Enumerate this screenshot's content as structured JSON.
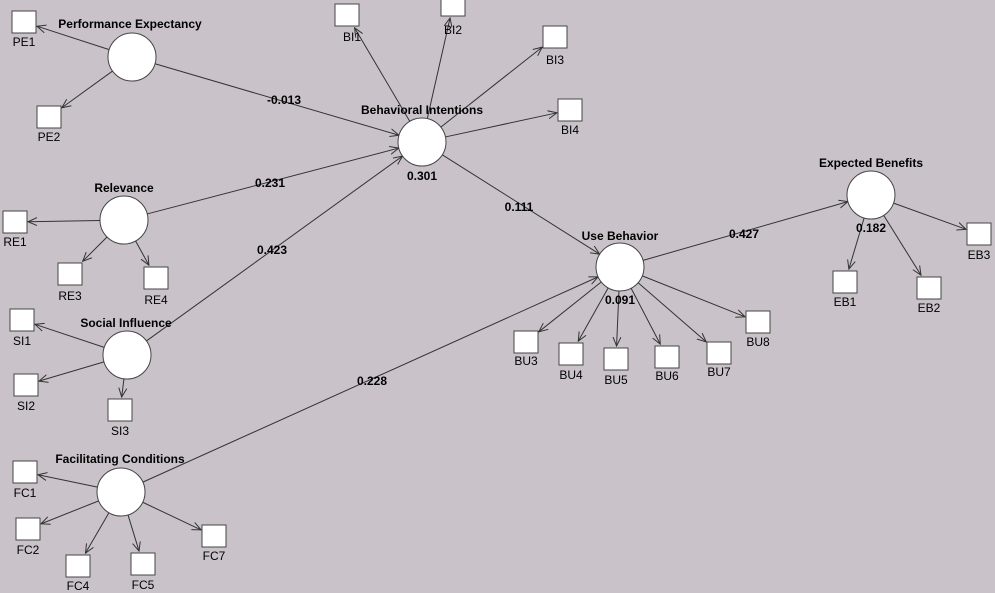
{
  "constructs": [
    {
      "id": "PE",
      "name": "Performance Expectancy",
      "r2": null
    },
    {
      "id": "BI",
      "name": "Behavioral Intentions",
      "r2": "0.301"
    },
    {
      "id": "REL",
      "name": "Relevance",
      "r2": null
    },
    {
      "id": "SI",
      "name": "Social Influence",
      "r2": null
    },
    {
      "id": "FC",
      "name": "Facilitating Conditions",
      "r2": null
    },
    {
      "id": "UB",
      "name": "Use Behavior",
      "r2": "0.091"
    },
    {
      "id": "EB",
      "name": "Expected Benefits",
      "r2": "0.182"
    }
  ],
  "indicators": [
    {
      "id": "PE1",
      "construct": "PE"
    },
    {
      "id": "PE2",
      "construct": "PE"
    },
    {
      "id": "BI1",
      "construct": "BI"
    },
    {
      "id": "BI2",
      "construct": "BI"
    },
    {
      "id": "BI3",
      "construct": "BI"
    },
    {
      "id": "BI4",
      "construct": "BI"
    },
    {
      "id": "RE1",
      "construct": "REL"
    },
    {
      "id": "RE3",
      "construct": "REL"
    },
    {
      "id": "RE4",
      "construct": "REL"
    },
    {
      "id": "SI1",
      "construct": "SI"
    },
    {
      "id": "SI2",
      "construct": "SI"
    },
    {
      "id": "SI3",
      "construct": "SI"
    },
    {
      "id": "FC1",
      "construct": "FC"
    },
    {
      "id": "FC2",
      "construct": "FC"
    },
    {
      "id": "FC4",
      "construct": "FC"
    },
    {
      "id": "FC5",
      "construct": "FC"
    },
    {
      "id": "FC7",
      "construct": "FC"
    },
    {
      "id": "BU3",
      "construct": "UB"
    },
    {
      "id": "BU4",
      "construct": "UB"
    },
    {
      "id": "BU5",
      "construct": "UB"
    },
    {
      "id": "BU6",
      "construct": "UB"
    },
    {
      "id": "BU7",
      "construct": "UB"
    },
    {
      "id": "BU8",
      "construct": "UB"
    },
    {
      "id": "EB1",
      "construct": "EB"
    },
    {
      "id": "EB2",
      "construct": "EB"
    },
    {
      "id": "EB3",
      "construct": "EB"
    }
  ],
  "paths": [
    {
      "from": "PE",
      "to": "BI",
      "coef": "-0.013"
    },
    {
      "from": "REL",
      "to": "BI",
      "coef": "0.231"
    },
    {
      "from": "SI",
      "to": "BI",
      "coef": "0.423"
    },
    {
      "from": "BI",
      "to": "UB",
      "coef": "0.111"
    },
    {
      "from": "FC",
      "to": "UB",
      "coef": "0.228"
    },
    {
      "from": "UB",
      "to": "EB",
      "coef": "0.427"
    }
  ],
  "colors": {
    "background": "#c9c3c9",
    "node_fill": "#ffffff",
    "stroke": "#3a3a3a"
  }
}
